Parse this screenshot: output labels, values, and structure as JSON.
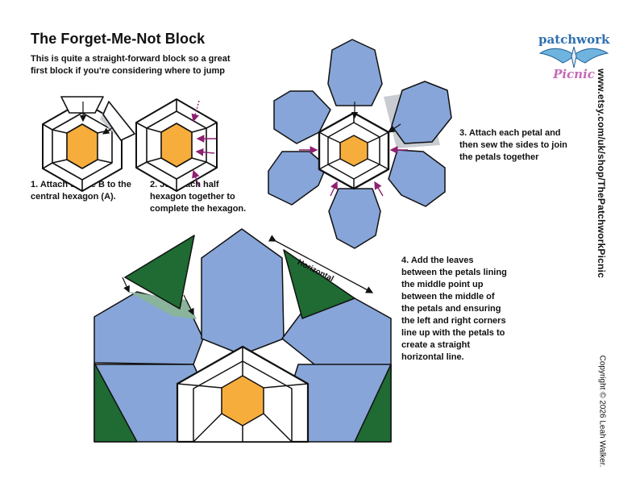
{
  "title": "The Forget-Me-Not Block",
  "intro": "This is quite a straight-forward block so a great first block if you're considering where to jump",
  "steps": [
    "1. Attach shape B to the central hexagon (A).",
    "2. Join each half hexagon together to complete the hexagon.",
    "3. Attach each petal and then sew the sides to join the petals together",
    "4. Add the leaves between the petals lining the middle point up between the middle of the petals and ensuring the left and right corners line up with the petals to create a straight horizontal line."
  ],
  "horizontal_label": "Horizontal",
  "url": "www.etsy.com/uk/shop/ThePatchworkPicnic",
  "copyright": "Copyright © 2026 Leah Walker.",
  "logo": {
    "word1": "patchwork",
    "word2": "Picnic"
  },
  "colors": {
    "petal": "#87a5d8",
    "center": "#f7ad3c",
    "leaf": "#1f6b33",
    "leaf_light": "#8ab49c",
    "arrow_pink": "#8e2070",
    "outline": "#111111",
    "shape_b": "#ffffff"
  }
}
